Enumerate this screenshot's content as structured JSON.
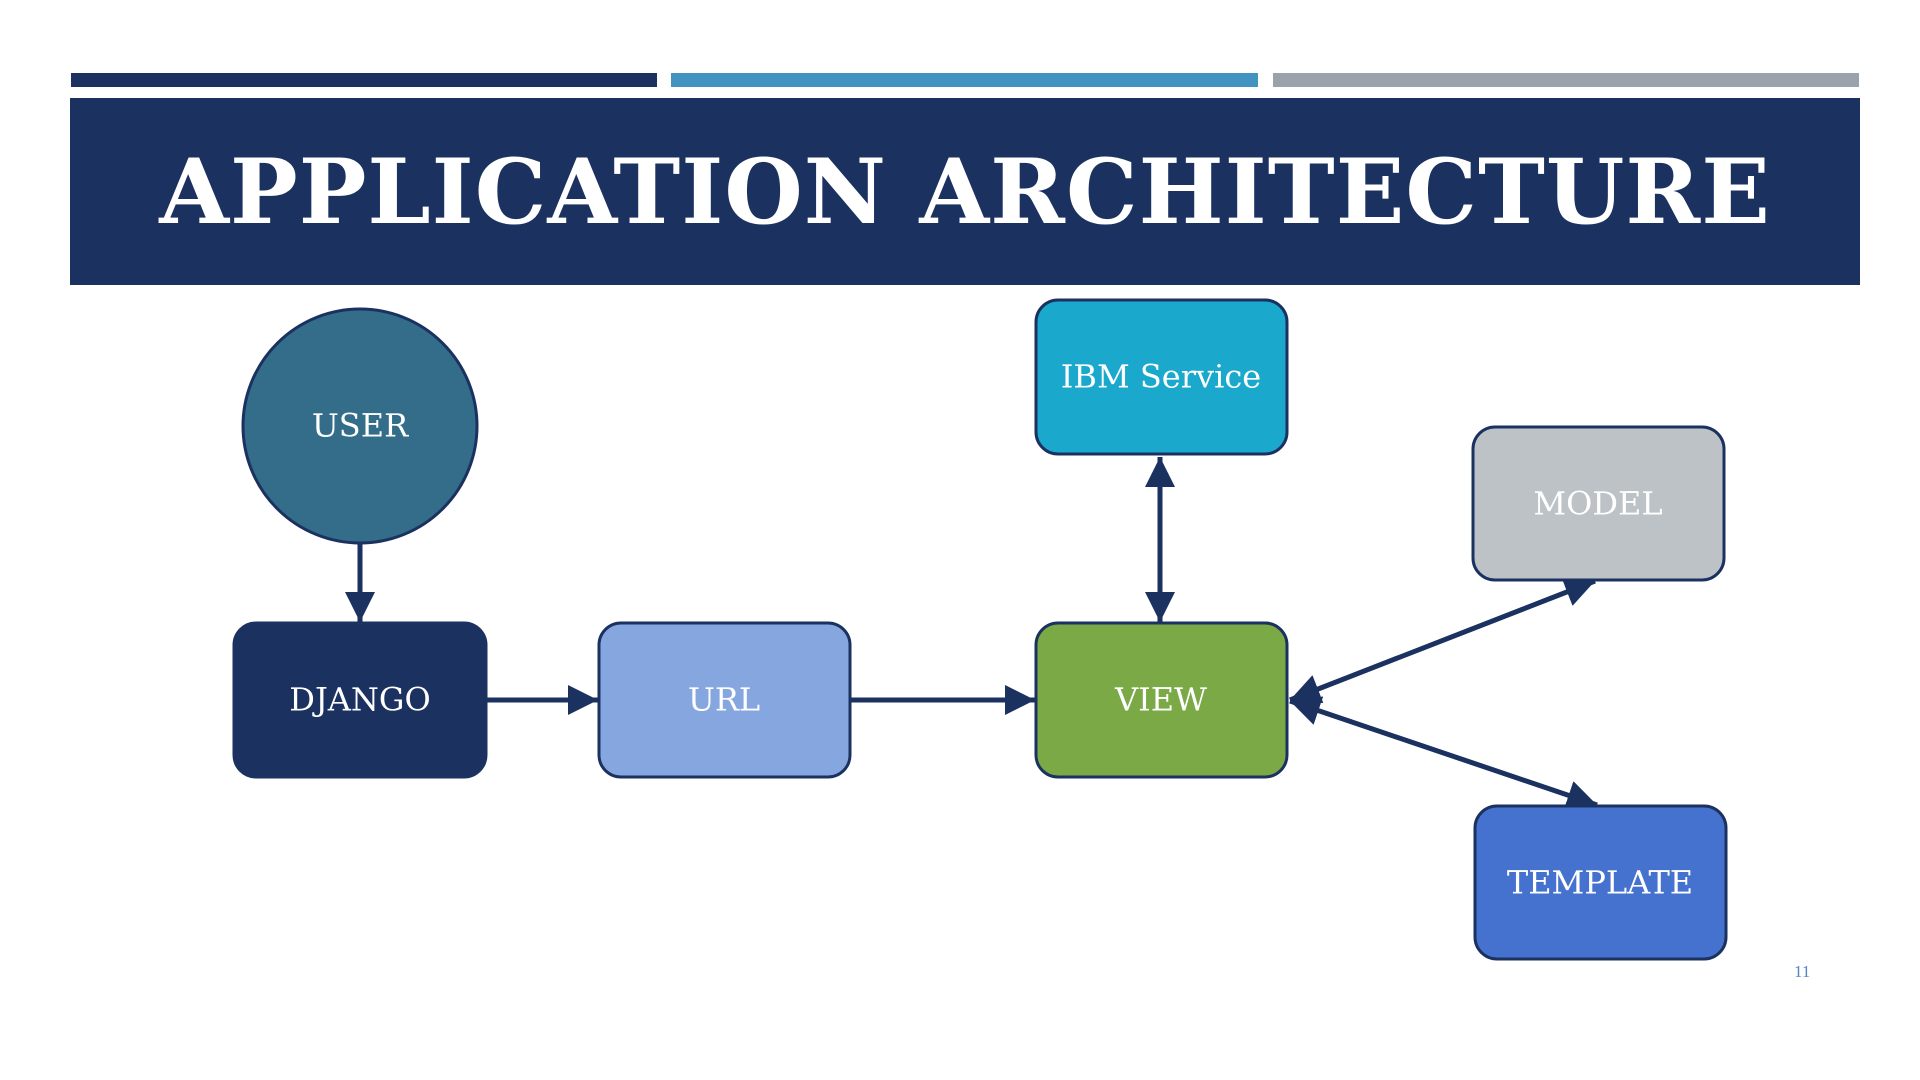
{
  "slide": {
    "title": "APPLICATION ARCHITECTURE",
    "page_number": "11",
    "colors": {
      "navy": "#1b3160",
      "accent_blue": "#4393c1",
      "accent_gray": "#9aa2ab"
    }
  },
  "diagram": {
    "nodes": {
      "user": {
        "label": "USER",
        "fill": "#336d8a",
        "text_color": "#ffffff"
      },
      "django": {
        "label": "DJANGO",
        "fill": "#1b3160",
        "text_color": "#ffffff"
      },
      "url": {
        "label": "URL",
        "fill": "#86a6df",
        "text_color": "#ffffff"
      },
      "view": {
        "label": "VIEW",
        "fill": "#7aa946",
        "text_color": "#ffffff"
      },
      "ibm_service": {
        "label": "IBM Service",
        "fill": "#1aa9cc",
        "text_color": "#ffffff"
      },
      "model": {
        "label": "MODEL",
        "fill": "#bdc2c6",
        "text_color": "#ffffff"
      },
      "template": {
        "label": "TEMPLATE",
        "fill": "#4672cf",
        "text_color": "#ffffff"
      }
    },
    "edges": [
      {
        "from": "USER",
        "to": "DJANGO",
        "direction": "forward"
      },
      {
        "from": "DJANGO",
        "to": "URL",
        "direction": "forward"
      },
      {
        "from": "URL",
        "to": "VIEW",
        "direction": "forward"
      },
      {
        "from": "VIEW",
        "to": "IBM Service",
        "direction": "both"
      },
      {
        "from": "VIEW",
        "to": "MODEL",
        "direction": "both"
      },
      {
        "from": "VIEW",
        "to": "TEMPLATE",
        "direction": "both"
      }
    ]
  }
}
